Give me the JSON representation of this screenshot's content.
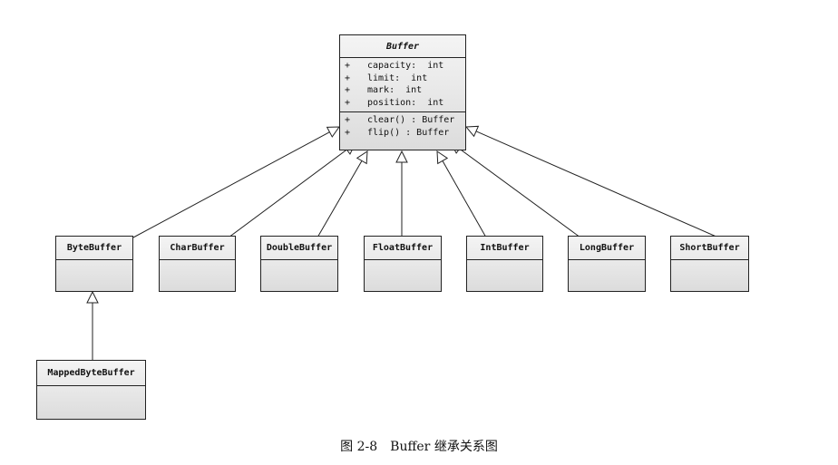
{
  "base_class": {
    "name": "Buffer",
    "attributes": [
      {
        "visibility": "+",
        "signature": "capacity:  int"
      },
      {
        "visibility": "+",
        "signature": "limit:  int"
      },
      {
        "visibility": "+",
        "signature": "mark:  int"
      },
      {
        "visibility": "+",
        "signature": "position:  int"
      }
    ],
    "operations": [
      {
        "visibility": "+",
        "signature": "clear() : Buffer"
      },
      {
        "visibility": "+",
        "signature": "flip() : Buffer"
      }
    ]
  },
  "subclasses": [
    {
      "name": "ByteBuffer"
    },
    {
      "name": "CharBuffer"
    },
    {
      "name": "DoubleBuffer"
    },
    {
      "name": "FloatBuffer"
    },
    {
      "name": "IntBuffer"
    },
    {
      "name": "LongBuffer"
    },
    {
      "name": "ShortBuffer"
    }
  ],
  "sub_subclass": {
    "name": "MappedByteBuffer",
    "parent": "ByteBuffer"
  },
  "caption": "图 2-8　Buffer 继承关系图"
}
